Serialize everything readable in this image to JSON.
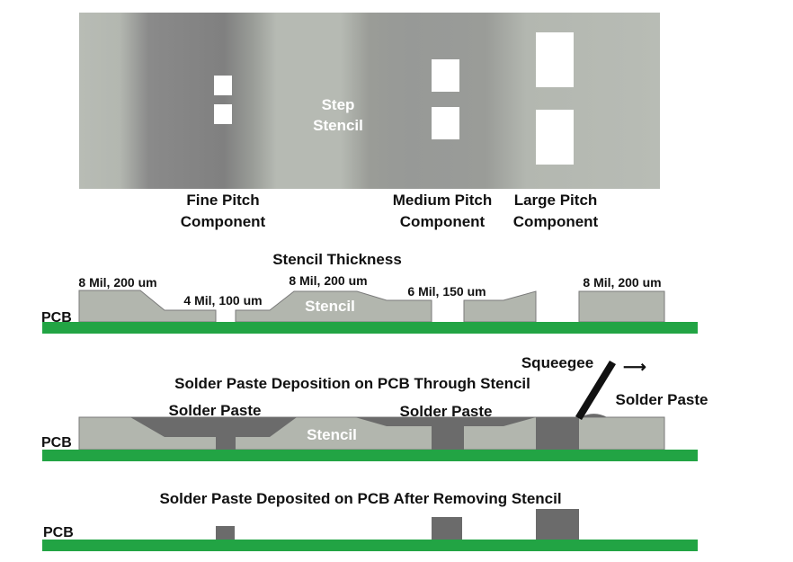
{
  "colors": {
    "stencil": "#b2b6ae",
    "stencil_dark": "#808080",
    "paste": "#6b6b6b",
    "pcb": "#22a444",
    "outline": "#7a7a7a",
    "squeegee": "#111111"
  },
  "top_view": {
    "center_label_line1": "Step",
    "center_label_line2": "Stencil",
    "fine_line1": "Fine Pitch",
    "fine_line2": "Component",
    "medium_line1": "Medium Pitch",
    "medium_line2": "Component",
    "large_line1": "Large Pitch",
    "large_line2": "Component"
  },
  "thickness_view": {
    "title": "Stencil Thickness",
    "label_a": "8 Mil, 200 um",
    "label_b": "4 Mil, 100 um",
    "label_c": "8 Mil, 200 um",
    "label_d": "6 Mil, 150 um",
    "label_e": "8 Mil, 200 um",
    "stencil_label": "Stencil",
    "pcb_label": "PCB"
  },
  "deposition_view": {
    "title": "Solder Paste Deposition on PCB Through Stencil",
    "squeegee_label": "Squeegee",
    "arrow_glyph": "⟶",
    "paste_label_1": "Solder Paste",
    "paste_label_2": "Solder Paste",
    "paste_label_3": "Solder Paste",
    "stencil_label": "Stencil",
    "pcb_label": "PCB"
  },
  "result_view": {
    "title": "Solder Paste Deposited on PCB After Removing Stencil",
    "pcb_label": "PCB"
  }
}
